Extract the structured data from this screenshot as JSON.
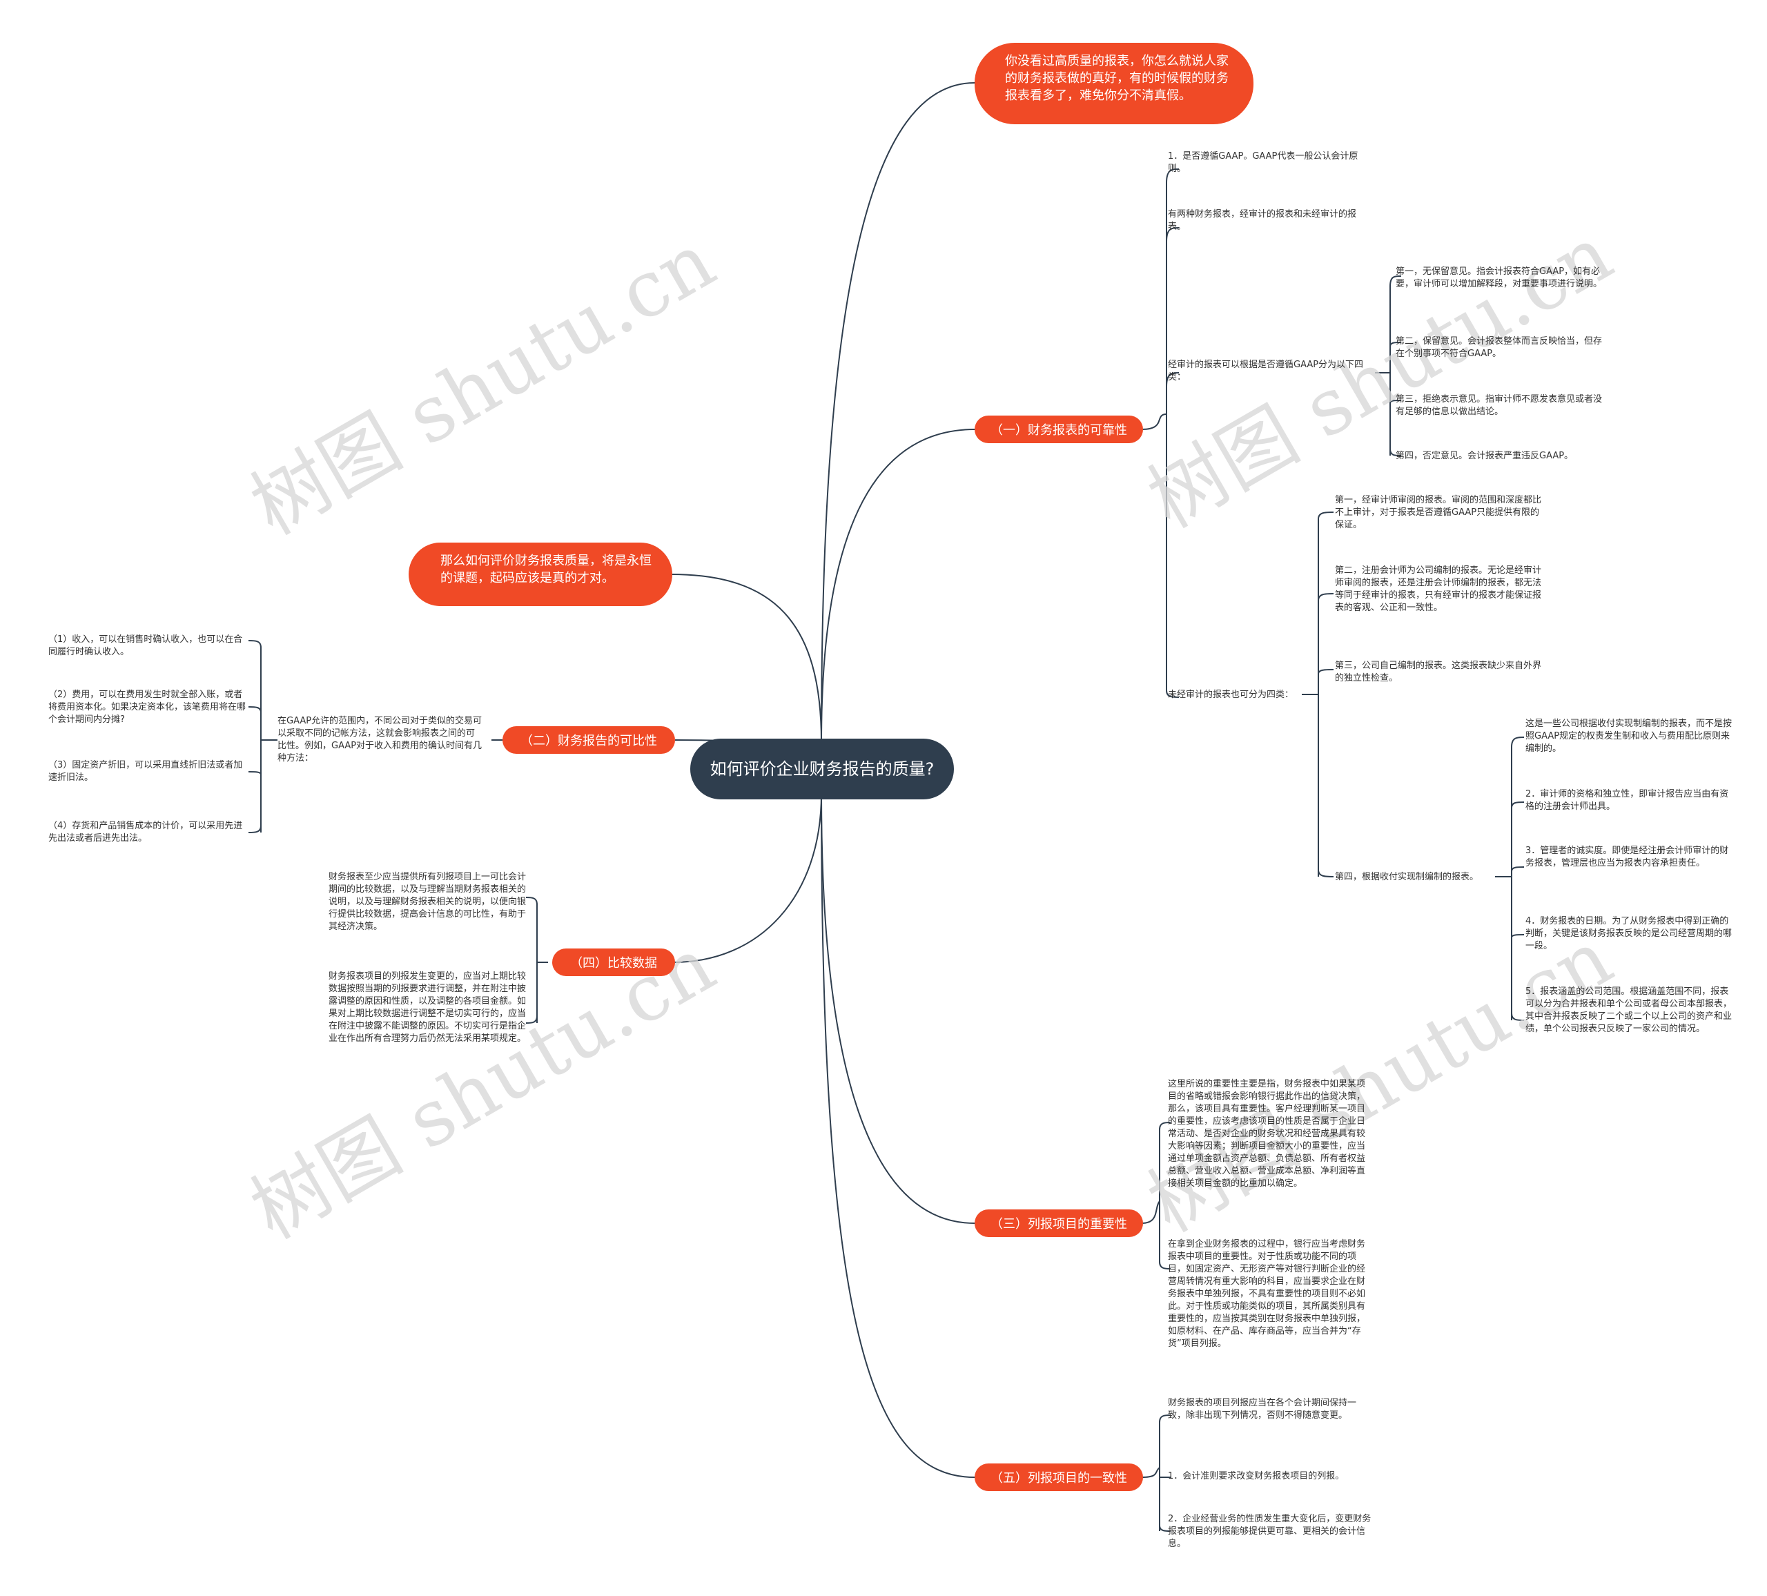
{
  "root": {
    "title": "如何评价企业财务报告的质量?"
  },
  "colors": {
    "root": "#2f3e4e",
    "accent": "#f04a26",
    "line": "#2f3e4e",
    "watermark": "#d6d6d6"
  },
  "watermark": "树图 shutu.cn",
  "intro_right": "你没看过高质量的报表，你怎么就说人家的财务报表做的真好，有的时候假的财务报表看多了，难免你分不清真假。",
  "intro_left": "那么如何评价财务报表质量，将是永恒的课题，起码应该是真的才对。",
  "reliability": {
    "label": "（一）财务报表的可靠性",
    "gaap": "1．是否遵循GAAP。GAAP代表一般公认会计原则。",
    "two_kinds": "有两种财务报表，经审计的报表和未经审计的报表。",
    "audited": "经审计的报表可以根据是否遵循GAAP分为以下四类：",
    "audited_items": [
      "第一，无保留意见。指会计报表符合GAAP，如有必要，审计师可以增加解释段，对重要事项进行说明。",
      "第二，保留意见。会计报表整体而言反映恰当，但存在个别事项不符合GAAP。",
      "第三，拒绝表示意见。指审计师不愿发表意见或者没有足够的信息以做出结论。",
      "第四，否定意见。会计报表严重违反GAAP。"
    ],
    "unaudited": "未经审计的报表也可分为四类：",
    "unaudited_items": [
      "第一，经审计师审阅的报表。审阅的范围和深度都比不上审计，对于报表是否遵循GAAP只能提供有限的保证。",
      "第二，注册会计师为公司编制的报表。无论是经审计师审阅的报表，还是注册会计师编制的报表，都无法等同于经审计的报表，只有经审计的报表才能保证报表的客观、公正和一致性。",
      "第三，公司自己编制的报表。这类报表缺少来自外界的独立性检查。",
      "第四，根据收付实现制编制的报表。"
    ],
    "cash_items": [
      "这是一些公司根据收付实现制编制的报表，而不是按照GAAP规定的权责发生制和收入与费用配比原则来编制的。",
      "2．审计师的资格和独立性，即审计报告应当由有资格的注册会计师出具。",
      "3．管理者的诚实度。即使是经注册会计师审计的财务报表，管理层也应当为报表内容承担责任。",
      "4．财务报表的日期。为了从财务报表中得到正确的判断，关键是该财务报表反映的是公司经营周期的哪一段。",
      "5．报表涵盖的公司范围。根据涵盖范围不同，报表可以分为合并报表和单个公司或者母公司本部报表，其中合并报表反映了二个或二个以上公司的资产和业绩，单个公司报表只反映了一家公司的情况。"
    ]
  },
  "comparability": {
    "label": "（二）财务报告的可比性",
    "desc": "在GAAP允许的范围内，不同公司对于类似的交易可以采取不同的记帐方法，这就会影响报表之间的可比性。例如，GAAP对于收入和费用的确认时间有几种方法：",
    "items": [
      "（1）收入，可以在销售时确认收入，也可以在合同履行时确认收入。",
      "（2）费用，可以在费用发生时就全部入账，或者将费用资本化。如果决定资本化，该笔费用将在哪个会计期间内分摊?",
      "（3）固定资产折旧，可以采用直线折旧法或者加速折旧法。",
      "（4）存货和产品销售成本的计价，可以采用先进先出法或者后进先出法。"
    ]
  },
  "materiality": {
    "label": "（三）列报项目的重要性",
    "items": [
      "这里所说的重要性主要是指，财务报表中如果某项目的省略或错报会影响银行据此作出的信贷决策，那么，该项目具有重要性。客户经理判断某一项目的重要性，应该考虑该项目的性质是否属于企业日常活动、是否对企业的财务状况和经营成果具有较大影响等因素；判断项目金额大小的重要性，应当通过单项金额占资产总额、负债总额、所有者权益总额、营业收入总额、营业成本总额、净利润等直接相关项目金额的比重加以确定。",
      "在拿到企业财务报表的过程中，银行应当考虑财务报表中项目的重要性。对于性质或功能不同的项目，如固定资产、无形资产等对银行判断企业的经营周转情况有重大影响的科目，应当要求企业在财务报表中单独列报，不具有重要性的项目则不必如此。对于性质或功能类似的项目，其所属类别具有重要性的，应当按其类别在财务报表中单独列报，如原材料、在产品、库存商品等，应当合并为“存货”项目列报。"
    ]
  },
  "comparative": {
    "label": "（四）比较数据",
    "items": [
      "财务报表至少应当提供所有列报项目上一可比会计期间的比较数据，以及与理解当期财务报表相关的说明，以及与理解财务报表相关的说明，以便向银行提供比较数据，提高会计信息的可比性，有助于其经济决策。",
      "财务报表项目的列报发生变更的，应当对上期比较数据按照当期的列报要求进行调整，并在附注中披露调整的原因和性质，以及调整的各项目金额。如果对上期比较数据进行调整不是切实可行的，应当在附注中披露不能调整的原因。不切实可行是指企业在作出所有合理努力后仍然无法采用某项规定。"
    ]
  },
  "consistency": {
    "label": "（五）列报项目的一致性",
    "items": [
      "财务报表的项目列报应当在各个会计期间保持一致，除非出现下列情况，否则不得随意变更。",
      "1．会计准则要求改变财务报表项目的列报。",
      "2．企业经营业务的性质发生重大变化后，变更财务报表项目的列报能够提供更可靠、更相关的会计信息。"
    ]
  }
}
